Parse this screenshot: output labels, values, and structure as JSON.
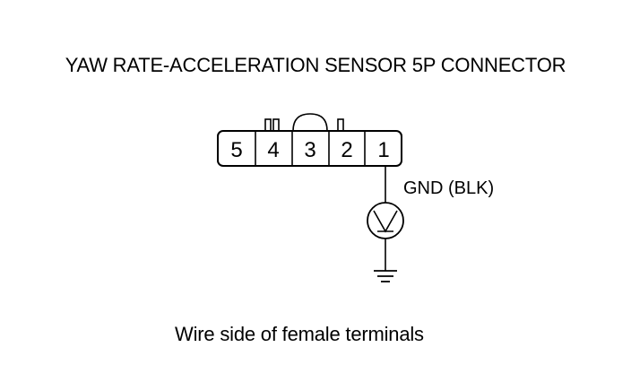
{
  "title": "YAW RATE-ACCELERATION SENSOR 5P CONNECTOR",
  "connector": {
    "pins": [
      "5",
      "4",
      "3",
      "2",
      "1"
    ]
  },
  "wire_label": "GND (BLK)",
  "meter_symbol": "V",
  "caption": "Wire side of female terminals",
  "colors": {
    "line": "#000000",
    "background": "#ffffff"
  }
}
